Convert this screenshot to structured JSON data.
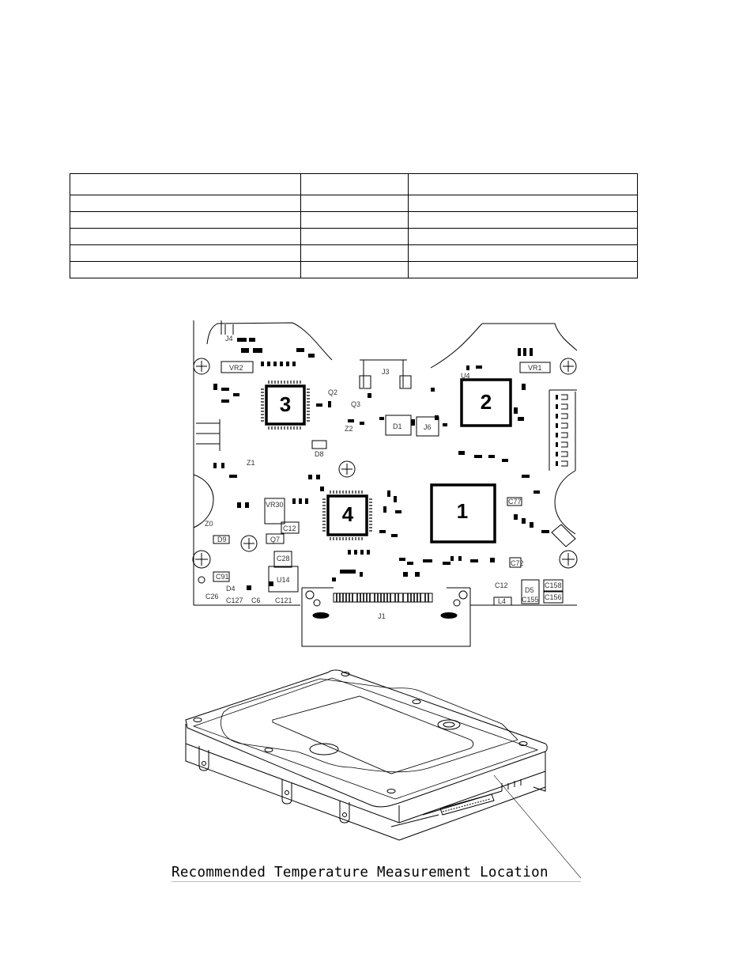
{
  "table": {
    "header": [
      "",
      "",
      ""
    ],
    "rows": [
      [
        "",
        "",
        ""
      ],
      [
        "",
        "",
        ""
      ],
      [
        "",
        "",
        ""
      ],
      [
        "",
        "",
        ""
      ],
      [
        "",
        "",
        ""
      ]
    ]
  },
  "pcb_diagram": {
    "chips": [
      {
        "id": "1",
        "label": "1"
      },
      {
        "id": "2",
        "label": "2"
      },
      {
        "id": "3",
        "label": "3"
      },
      {
        "id": "4",
        "label": "4"
      }
    ],
    "component_labels": {
      "j4": "J4",
      "vr2": "VR2",
      "vr1": "VR1",
      "j3": "J3",
      "u4": "U4",
      "q2": "Q2",
      "q3": "Q3",
      "z2": "Z2",
      "d1": "D1",
      "j6": "J6",
      "d8": "D8",
      "z1": "Z1",
      "vr30": "VR30",
      "c12_left": "C12",
      "q7": "Q7",
      "c28": "C28",
      "u14": "U14",
      "j1": "J1",
      "c12": "C12",
      "l4": "L4",
      "d5": "D5",
      "c155": "C155",
      "c156": "C156",
      "c158": "C158",
      "c127": "C127",
      "c26": "C26",
      "c6": "C6",
      "c121": "C121",
      "d4": "D4",
      "d9": "D9",
      "z0": "Z0",
      "c91": "C91",
      "c72": "C72",
      "c77": "C77"
    }
  },
  "drive_figure": {
    "caption": "Recommended Temperature Measurement Location"
  }
}
